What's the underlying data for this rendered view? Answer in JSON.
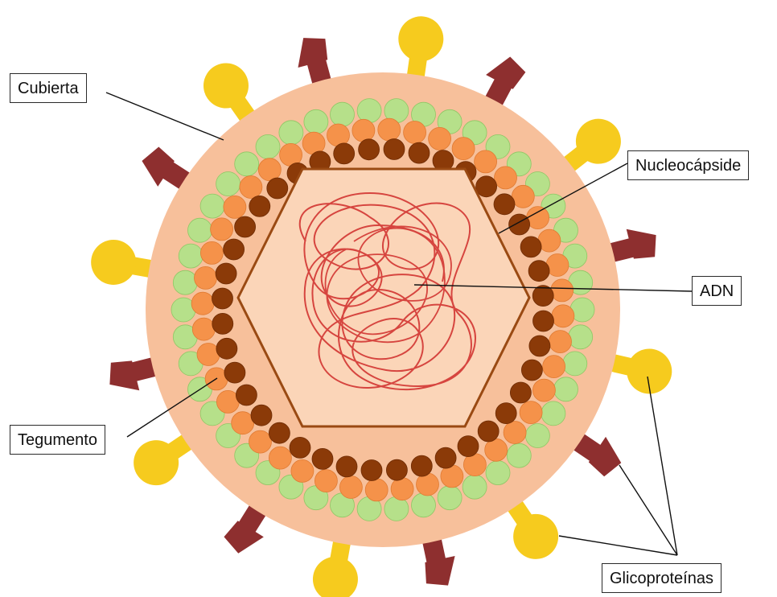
{
  "labels": {
    "cubierta": "Cubierta",
    "nucleocapside": "Nucleocápside",
    "adn": "ADN",
    "tegumento": "Tegumento",
    "glicoproteinas": "Glicoproteínas"
  },
  "colors": {
    "envelope": "#f7c09b",
    "capsid_fill": "#fbd5b8",
    "capsid_edge": "#9a4a13",
    "bead_dark": "#8b3a08",
    "bead_orange": "#f5924a",
    "bead_green": "#b6e08a",
    "glyco_yellow": "#f6cb1e",
    "glyco_maroon": "#8e2f2f",
    "dna": "#d6453f"
  }
}
